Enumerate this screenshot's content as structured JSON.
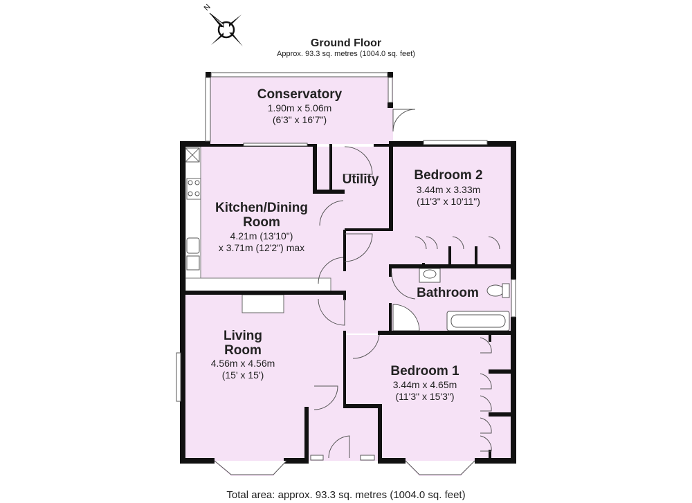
{
  "floor": {
    "title": "Ground Floor",
    "area": "Approx. 93.3 sq. metres (1004.0 sq. feet)"
  },
  "rooms": {
    "conservatory": {
      "name": "Conservatory",
      "dim1": "1.90m x 5.06m",
      "dim2": "(6'3\" x 16'7\")"
    },
    "utility": {
      "name": "Utility"
    },
    "bedroom2": {
      "name": "Bedroom 2",
      "dim1": "3.44m x 3.33m",
      "dim2": "(11'3\" x 10'11\")"
    },
    "kitchen": {
      "name1": "Kitchen/Dining",
      "name2": "Room",
      "dim1": "4.21m (13'10\")",
      "dim2": "x 3.71m (12'2\") max"
    },
    "bathroom": {
      "name": "Bathroom"
    },
    "living": {
      "name1": "Living",
      "name2": "Room",
      "dim1": "4.56m x 4.56m",
      "dim2": "(15' x 15')"
    },
    "bedroom1": {
      "name": "Bedroom 1",
      "dim1": "3.44m x 4.65m",
      "dim2": "(11'3\" x 15'3\")"
    }
  },
  "footer": "Total area: approx. 93.3 sq. metres (1004.0 sq. feet)",
  "compass": {
    "label": "N"
  },
  "colors": {
    "room_fill": "#f6e2f6",
    "wall": "#111111"
  }
}
